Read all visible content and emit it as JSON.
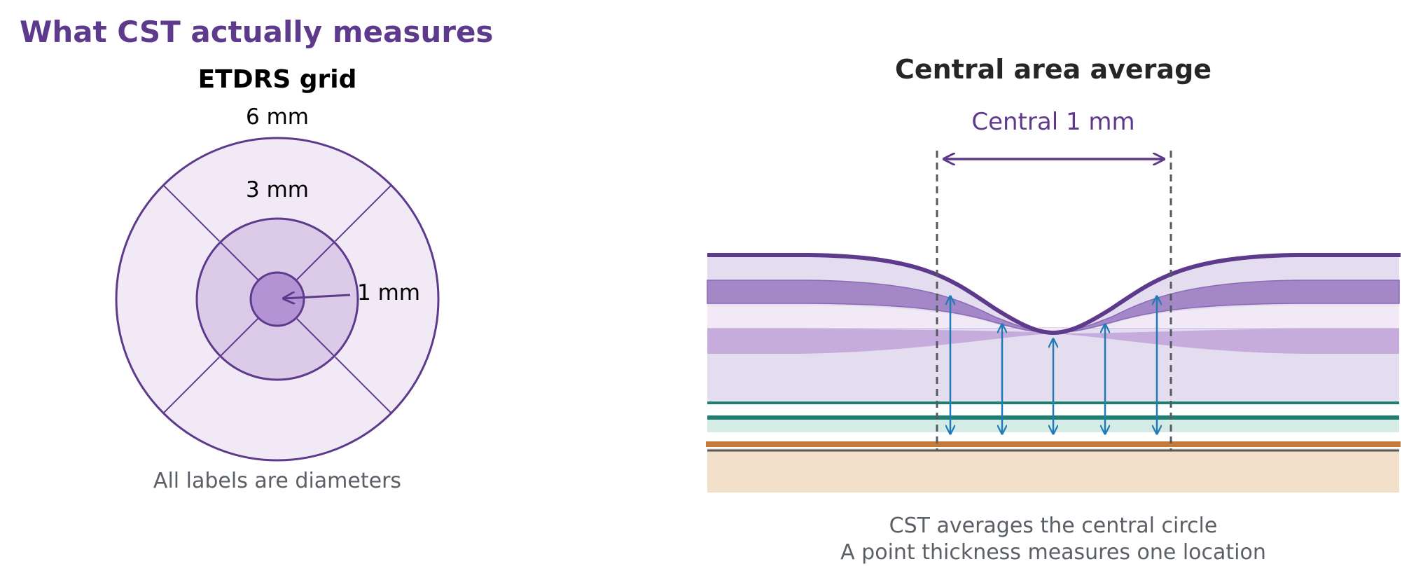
{
  "title": "What CST actually measures",
  "left_panel": {
    "heading": "ETDRS grid",
    "label_outer": "6 mm",
    "label_middle": "3 mm",
    "label_inner": "1 mm",
    "caption": "All labels are diameters"
  },
  "right_panel": {
    "heading": "Central area average",
    "span_label": "Central 1 mm",
    "caption_line1": "CST averages the central circle",
    "caption_line2": "A point thickness measures one location"
  },
  "colors": {
    "title_purple": "#5e3a8c",
    "outer_ring_fill": "#f1eaf6",
    "middle_ring_fill": "#dccbe8",
    "center_fill": "#b393d3",
    "retina_fill": "#e4dcef",
    "band_dark": "#a487c6",
    "band_mid": "#c5acdc",
    "rpe_fill": "#d5ebe6",
    "teal_line": "#1b7f73",
    "orange_line": "#c57a3a",
    "choroid_fill": "#f2e0cb",
    "arrow_blue": "#1f7ab8",
    "caption_gray": "#5b5f66"
  },
  "icons": [
    "left-arrow-icon",
    "double-arrow-icon",
    "vertical-double-arrow-icon"
  ]
}
